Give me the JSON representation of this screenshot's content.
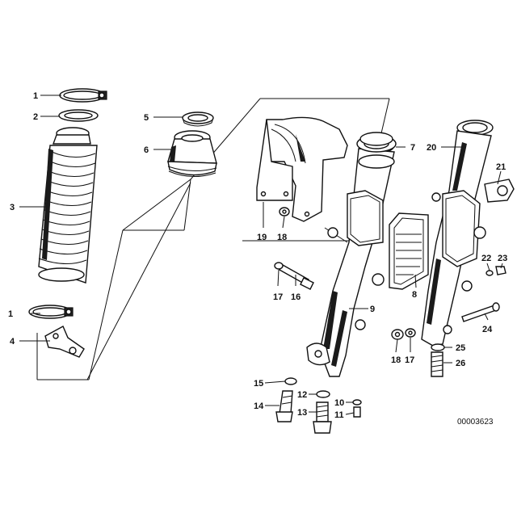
{
  "drawing_code": "00003623",
  "callouts": {
    "c1a": "1",
    "c1b": "1",
    "c2": "2",
    "c3": "3",
    "c4": "4",
    "c5": "5",
    "c6": "6",
    "c7": "7",
    "c8": "8",
    "c9": "9",
    "c10": "10",
    "c11": "11",
    "c12": "12",
    "c13": "13",
    "c14": "14",
    "c15": "15",
    "c16": "16",
    "c17a": "17",
    "c17b": "17",
    "c18a": "18",
    "c18b": "18",
    "c19": "19",
    "c20": "20",
    "c21": "21",
    "c22": "22",
    "c23": "23",
    "c24": "24",
    "c25": "25",
    "c26": "26"
  }
}
